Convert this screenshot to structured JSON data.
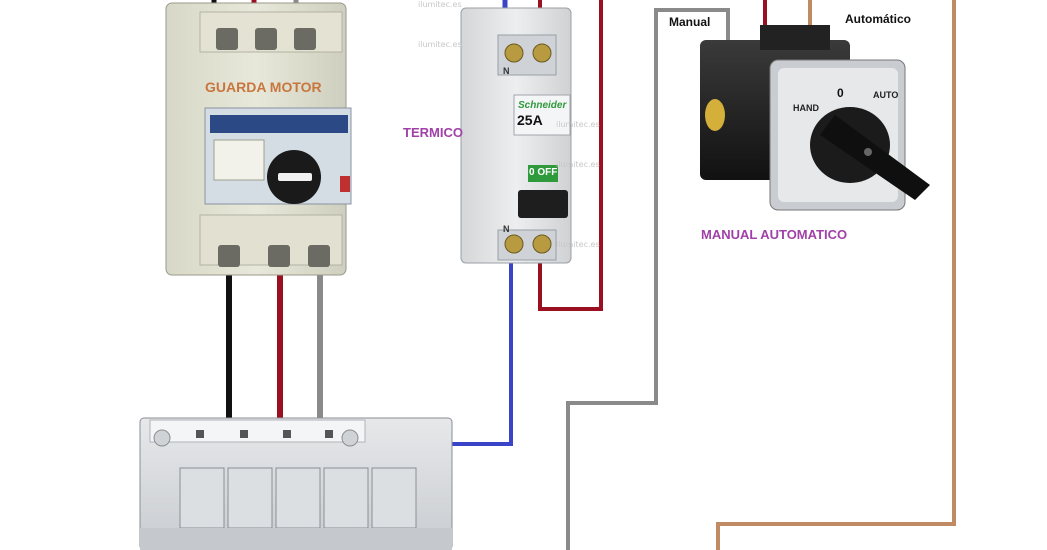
{
  "labels": {
    "guarda_motor": "GUARDA MOTOR",
    "termico": "TERMICO",
    "manual_automatico": "MANUAL AUTOMATICO",
    "manual": "Manual",
    "automatico": "Automático"
  },
  "breaker": {
    "brand": "Schneider",
    "rating": "25A",
    "state": "0 OFF",
    "terminal_top": "N",
    "terminal_bottom": "N"
  },
  "selector": {
    "left": "HAND",
    "center": "0",
    "right": "AUTO"
  },
  "colors": {
    "label_orange": "#c8763e",
    "label_purple": "#a040a8",
    "wire_black": "#111111",
    "wire_red": "#9b1020",
    "wire_grey": "#8a8a8a",
    "wire_blue": "#3a44c8",
    "wire_brown": "#c08a62",
    "breaker_green": "#2f9a3c"
  },
  "watermark": "ilumitec.es"
}
